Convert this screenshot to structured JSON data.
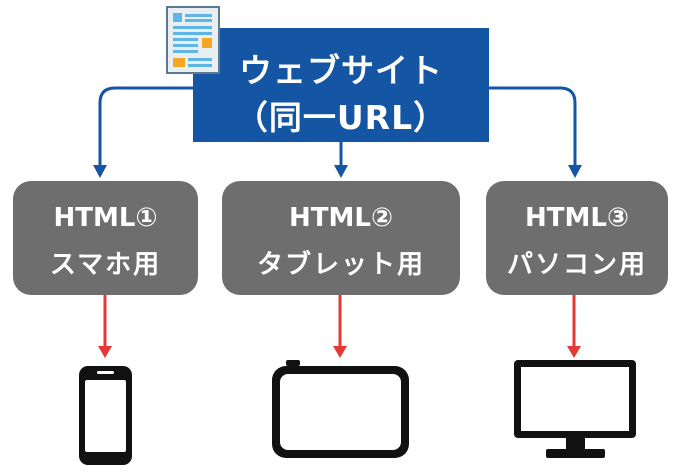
{
  "top": {
    "line1": "ウェブサイト",
    "line2": "（同一URL）"
  },
  "nodes": [
    {
      "title": "HTML①",
      "label": "スマホ用"
    },
    {
      "title": "HTML②",
      "label": "タブレット用"
    },
    {
      "title": "HTML③",
      "label": "パソコン用"
    }
  ],
  "colors": {
    "top_box": "#1455a4",
    "node": "#6e6e6e",
    "blue_arrow": "#1455a4",
    "red_arrow": "#e53935"
  },
  "icons": [
    "document-icon",
    "smartphone-icon",
    "tablet-icon",
    "monitor-icon"
  ]
}
